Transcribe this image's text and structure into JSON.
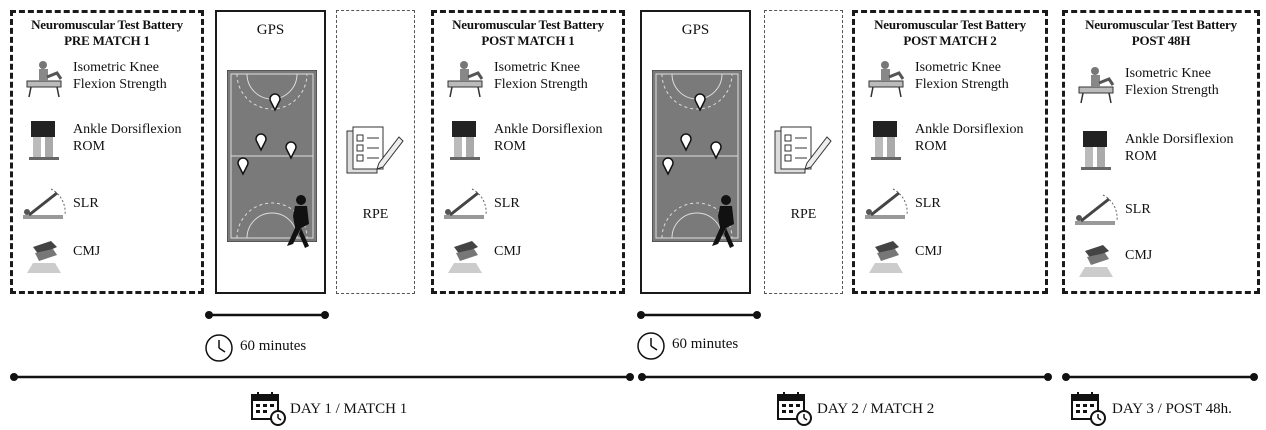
{
  "batteries": [
    {
      "title": "Neuromuscular Test Battery",
      "subtitle": "PRE MATCH 1"
    },
    {
      "title": "Neuromuscular Test Battery",
      "subtitle": "POST MATCH 1"
    },
    {
      "title": "Neuromuscular Test Battery",
      "subtitle": "POST MATCH 2"
    },
    {
      "title": "Neuromuscular Test Battery",
      "subtitle": "POST 48H"
    }
  ],
  "tests": [
    {
      "line1": "Isometric Knee",
      "line2": "Flexion Strength",
      "icon": "knee-flexion-icon"
    },
    {
      "line1": "Ankle Dorsiflexion",
      "line2": "ROM",
      "icon": "ankle-rom-icon"
    },
    {
      "line1": "SLR",
      "line2": "",
      "icon": "slr-icon"
    },
    {
      "line1": "CMJ",
      "line2": "",
      "icon": "cmj-icon"
    }
  ],
  "gps_label": "GPS",
  "rpe_label": "RPE",
  "duration": "60 minutes",
  "days": [
    "DAY 1 / MATCH 1",
    "DAY 2 / MATCH 2",
    "DAY 3 / POST 48h."
  ]
}
